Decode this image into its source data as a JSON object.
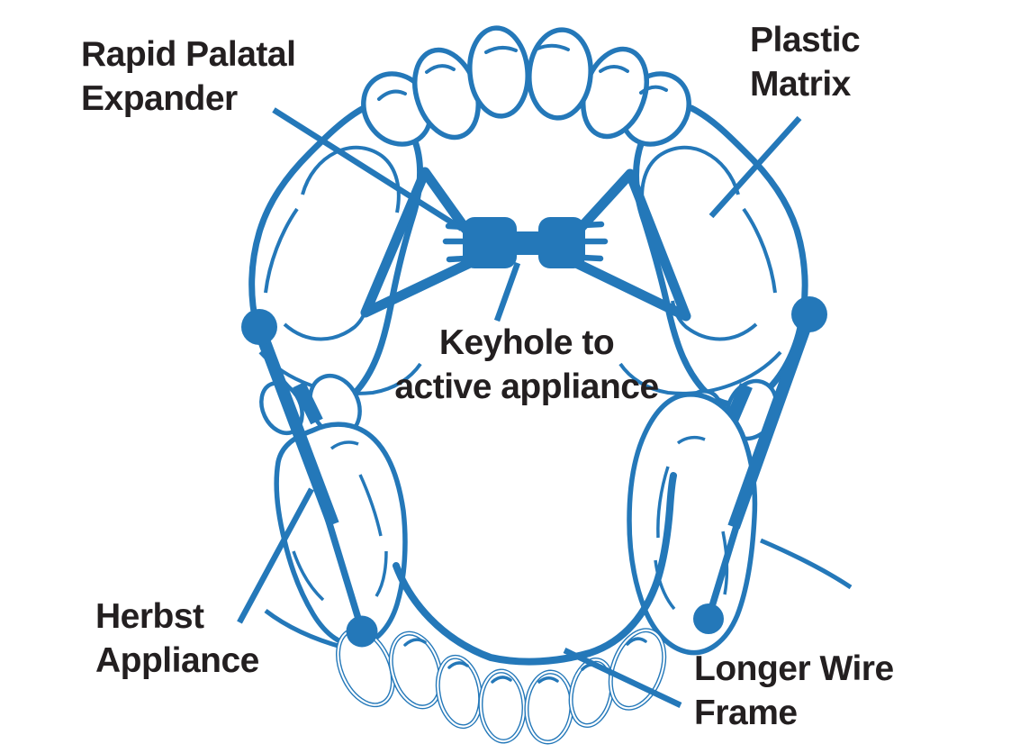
{
  "diagram": {
    "background": "#ffffff",
    "colors": {
      "line": "#2478B9",
      "text": "#231F20"
    },
    "labels": {
      "rapid_palatal_expander": {
        "line1": "Rapid Palatal",
        "line2": "Expander"
      },
      "plastic_matrix": {
        "line1": "Plastic",
        "line2": "Matrix"
      },
      "keyhole": {
        "line1": "Keyhole to",
        "line2": "active appliance"
      },
      "herbst_appliance": {
        "line1": "Herbst",
        "line2": "Appliance"
      },
      "longer_wire_frame": {
        "line1": "Longer Wire",
        "line2": "Frame"
      }
    }
  }
}
